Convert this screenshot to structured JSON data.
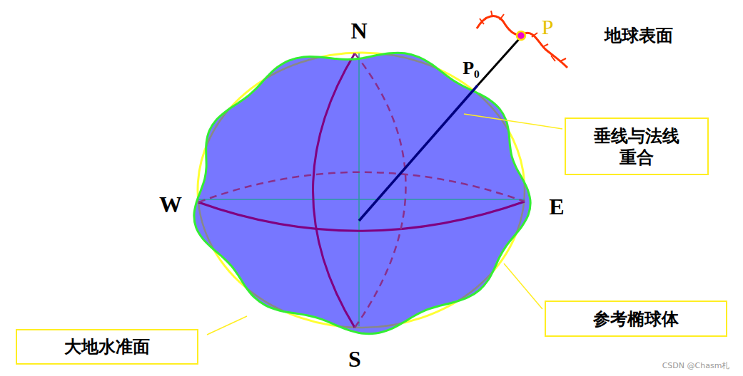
{
  "diagram": {
    "nodes": [
      {
        "text": [
          "垂线与法线 重合"
        ]
      },
      {
        "text": [
          "参考椭球体"
        ]
      },
      {
        "text": [
          "大地水准面"
        ]
      }
    ],
    "labels": [
      "N",
      "W",
      "E",
      "S",
      "P",
      "P₀",
      "地球表面",
      "CSDN @Chasm札"
    ]
  }
}
